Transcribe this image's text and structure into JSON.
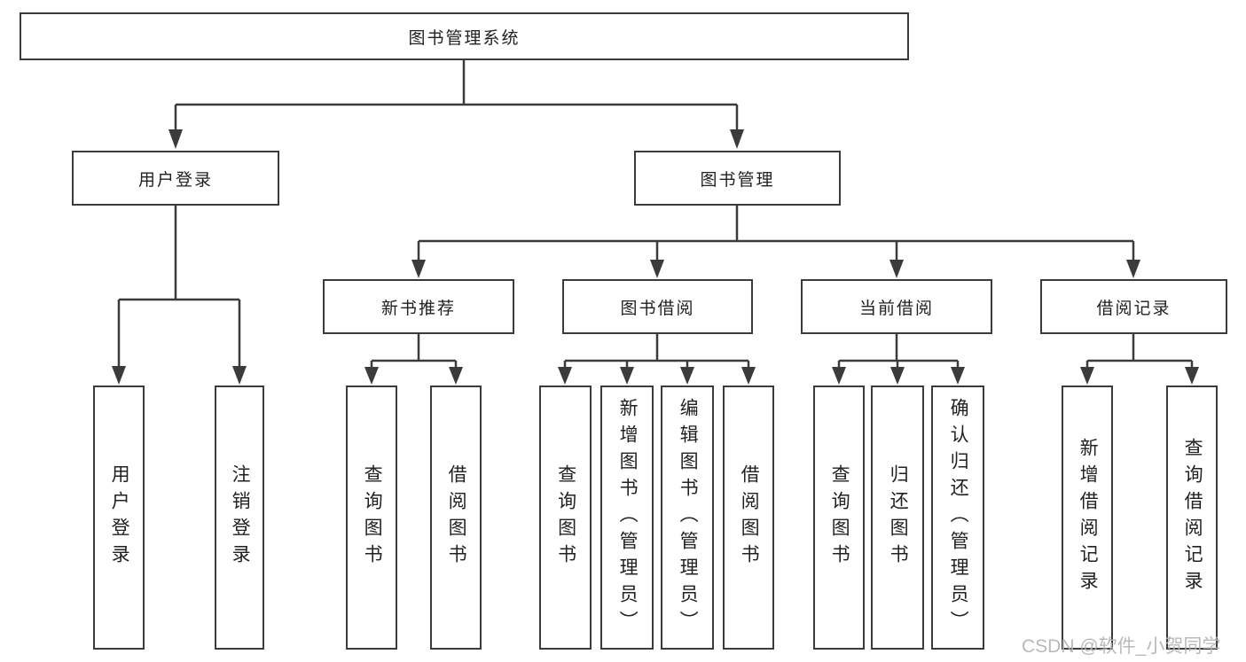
{
  "tree": {
    "root": {
      "label": "图书管理系统"
    },
    "level2": [
      {
        "label": "用户登录",
        "leaves": [
          {
            "label": "用户登录"
          },
          {
            "label": "注销登录"
          }
        ]
      },
      {
        "label": "图书管理",
        "groups": [
          {
            "label": "新书推荐",
            "leaves": [
              {
                "label": "查询图书"
              },
              {
                "label": "借阅图书"
              }
            ]
          },
          {
            "label": "图书借阅",
            "leaves": [
              {
                "label": "查询图书"
              },
              {
                "label": "新增图书（管理员）"
              },
              {
                "label": "编辑图书（管理员）"
              },
              {
                "label": "借阅图书"
              }
            ]
          },
          {
            "label": "当前借阅",
            "leaves": [
              {
                "label": "查询图书"
              },
              {
                "label": "归还图书"
              },
              {
                "label": "确认归还（管理员）"
              }
            ]
          },
          {
            "label": "借阅记录",
            "leaves": [
              {
                "label": "新增借阅记录"
              },
              {
                "label": "查询借阅记录"
              }
            ]
          }
        ]
      }
    ]
  },
  "watermark": {
    "text": "CSDN @软件_小贺同学"
  },
  "colors": {
    "line": "#3b3b3b",
    "text": "#212121",
    "watermark": "#b2b2b2",
    "background": "#ffffff"
  }
}
